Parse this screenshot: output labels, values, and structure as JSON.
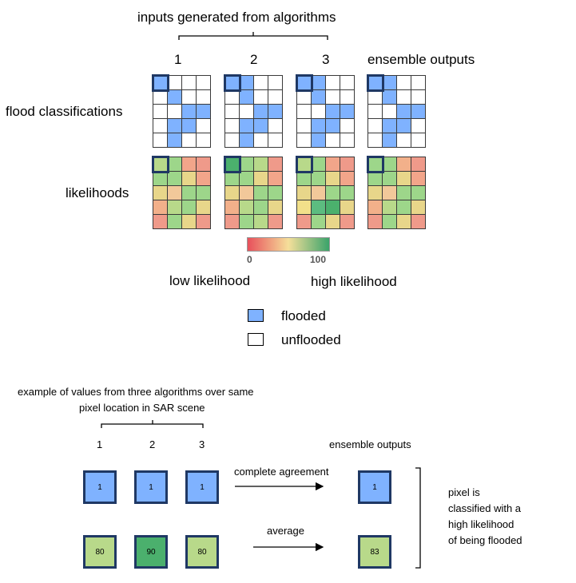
{
  "top": {
    "header": "inputs generated from algorithms",
    "col_labels": [
      "1",
      "2",
      "3",
      "ensemble outputs"
    ],
    "row_labels": [
      "flood classifications",
      "likelihoods"
    ],
    "colorbar": {
      "min_label": "0",
      "max_label": "100",
      "low_text": "low likelihood",
      "high_text": "high likelihood",
      "colors": [
        "#e8505b",
        "#f5df9a",
        "#3aa36a"
      ]
    },
    "legend": {
      "flooded": "flooded",
      "unflooded": "unflooded",
      "flooded_color": "#7fb2ff"
    },
    "classification_grids": [
      [
        [
          1,
          0,
          0,
          0
        ],
        [
          0,
          1,
          0,
          0
        ],
        [
          0,
          0,
          1,
          1
        ],
        [
          0,
          1,
          1,
          0
        ],
        [
          0,
          1,
          0,
          0
        ]
      ],
      [
        [
          1,
          1,
          0,
          0
        ],
        [
          0,
          1,
          0,
          0
        ],
        [
          0,
          0,
          1,
          1
        ],
        [
          0,
          1,
          1,
          0
        ],
        [
          0,
          1,
          0,
          0
        ]
      ],
      [
        [
          1,
          1,
          0,
          0
        ],
        [
          0,
          1,
          0,
          0
        ],
        [
          0,
          0,
          1,
          1
        ],
        [
          0,
          1,
          1,
          0
        ],
        [
          0,
          1,
          0,
          0
        ]
      ],
      [
        [
          1,
          1,
          0,
          0
        ],
        [
          0,
          1,
          0,
          0
        ],
        [
          0,
          0,
          1,
          1
        ],
        [
          0,
          1,
          1,
          0
        ],
        [
          0,
          1,
          0,
          0
        ]
      ]
    ],
    "likelihood_grids": [
      [
        [
          "#b8d98a",
          "#9dd68a",
          "#f2a58a",
          "#ef9a8a"
        ],
        [
          "#9dd68a",
          "#9dd68a",
          "#e8d68a",
          "#f2a58a"
        ],
        [
          "#e8d68a",
          "#f2c89a",
          "#9dd68a",
          "#9dd68a"
        ],
        [
          "#f2b08a",
          "#b8d98a",
          "#9dd68a",
          "#e8d68a"
        ],
        [
          "#ef9a8a",
          "#9dd68a",
          "#e8d68a",
          "#ef9a8a"
        ]
      ],
      [
        [
          "#4bb06d",
          "#9dd68a",
          "#b8d98a",
          "#ef9a8a"
        ],
        [
          "#9dd68a",
          "#9dd68a",
          "#e8d68a",
          "#f2a58a"
        ],
        [
          "#e8d68a",
          "#f2c89a",
          "#9dd68a",
          "#9dd68a"
        ],
        [
          "#f2b08a",
          "#b8d98a",
          "#9dd68a",
          "#e8d68a"
        ],
        [
          "#ef9a8a",
          "#9dd68a",
          "#b8d98a",
          "#ef9a8a"
        ]
      ],
      [
        [
          "#b8d98a",
          "#9dd68a",
          "#f2a58a",
          "#ef9a8a"
        ],
        [
          "#9dd68a",
          "#9dd68a",
          "#e8d68a",
          "#f2a58a"
        ],
        [
          "#e8d68a",
          "#f2c89a",
          "#9dd68a",
          "#9dd68a"
        ],
        [
          "#f2e08a",
          "#5cbc80",
          "#4bb06d",
          "#e8d68a"
        ],
        [
          "#ef9a8a",
          "#9dd68a",
          "#e8d68a",
          "#ef9a8a"
        ]
      ],
      [
        [
          "#9dd68a",
          "#9dd68a",
          "#f2b08a",
          "#ef9a8a"
        ],
        [
          "#9dd68a",
          "#9dd68a",
          "#e8d68a",
          "#f2a58a"
        ],
        [
          "#e8d68a",
          "#f2c89a",
          "#9dd68a",
          "#9dd68a"
        ],
        [
          "#f2b08a",
          "#b8d98a",
          "#9dd68a",
          "#e8d68a"
        ],
        [
          "#ef9a8a",
          "#9dd68a",
          "#e8d68a",
          "#ef9a8a"
        ]
      ]
    ]
  },
  "bottom": {
    "header_line1": "example of values from three algorithms over same",
    "header_line2": "pixel location in SAR scene",
    "col_labels": [
      "1",
      "2",
      "3"
    ],
    "ensemble_label": "ensemble outputs",
    "row1": {
      "values": [
        "1",
        "1",
        "1"
      ],
      "arrow_label": "complete agreement",
      "output": "1"
    },
    "row2": {
      "values": [
        "80",
        "90",
        "80"
      ],
      "arrow_label": "average",
      "output": "83",
      "colors": [
        "#b8d98a",
        "#4bb06d",
        "#b8d98a"
      ],
      "output_color": "#b8d98a"
    },
    "conclusion": [
      "pixel is",
      "classified with a",
      "high likelihood",
      "of being flooded"
    ]
  }
}
